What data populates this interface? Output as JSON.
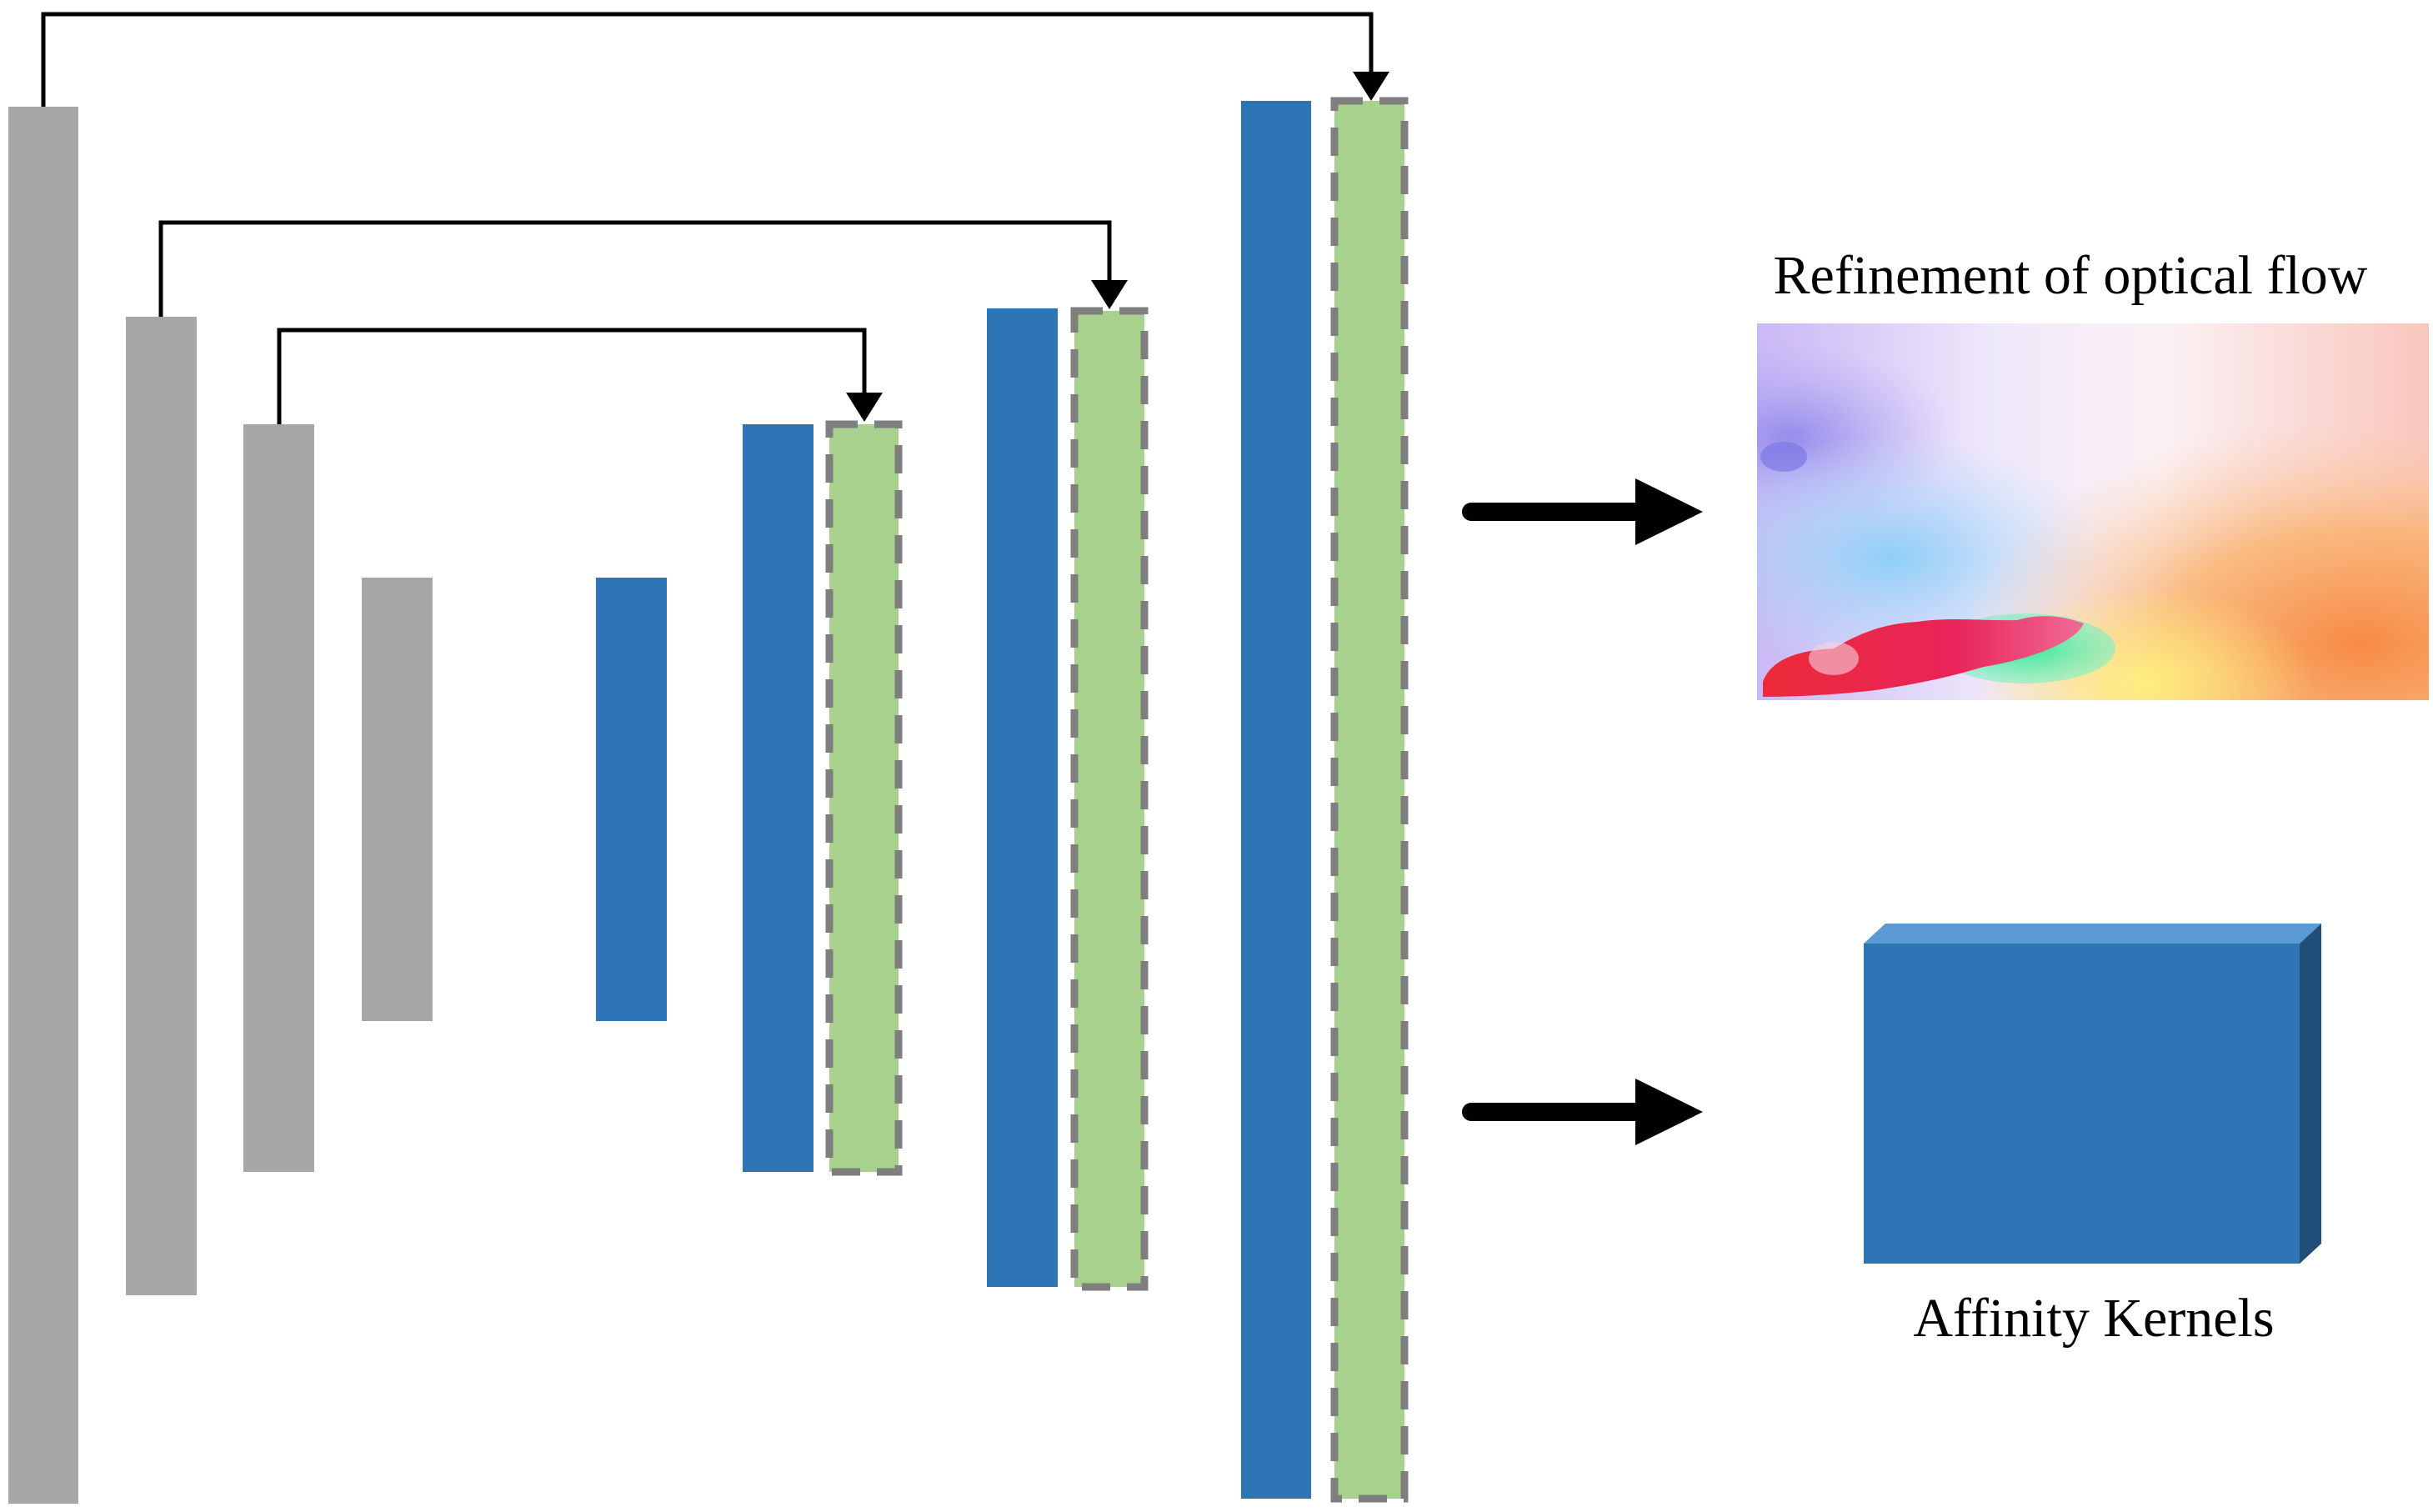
{
  "diagram": {
    "flow_label": "Refinement of optical flow",
    "kernels_label": "Affinity Kernels"
  },
  "colors": {
    "encoder": "#a6a6a6",
    "decoder": "#2e75b6",
    "skip_feature": "#a9d18e",
    "skip_feature_border": "#7f7f7f",
    "connector": "#000000",
    "kernel_front": "#2e75b6",
    "kernel_top": "#5b9bd5",
    "kernel_side": "#1f4e79"
  },
  "icons": [
    "skip-connection-arrow",
    "output-arrow",
    "optical-flow-map",
    "kernel-box"
  ]
}
